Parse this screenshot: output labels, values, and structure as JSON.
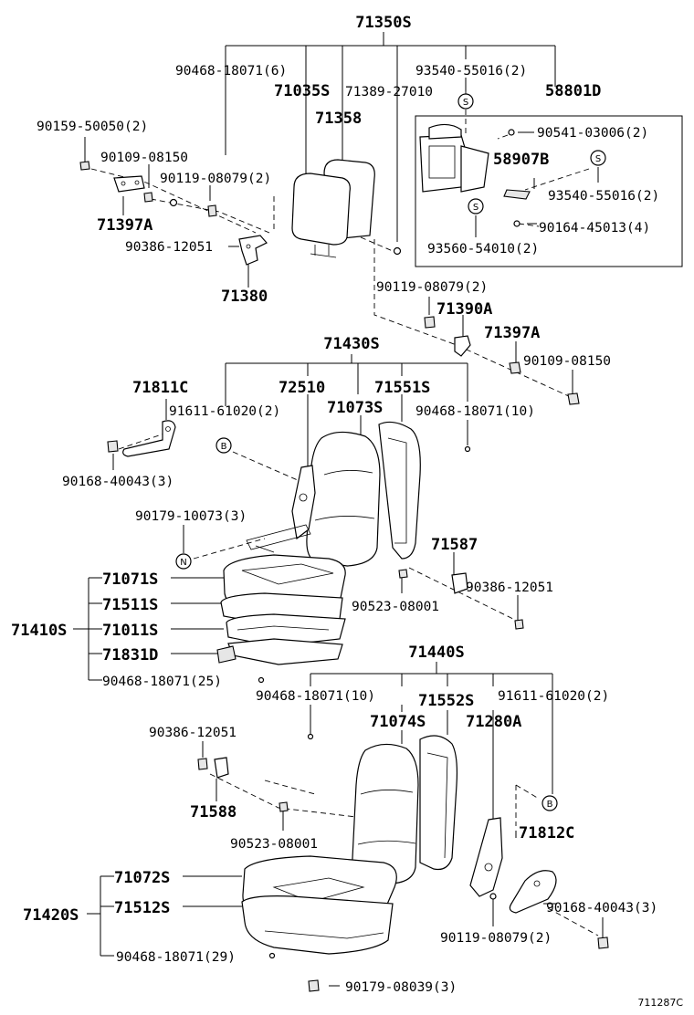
{
  "diagram": {
    "groups": [
      {
        "id": "g_head",
        "number": "71350S",
        "parts": [
          "90468-18071(6)",
          "71035S",
          "71389-27010",
          "93540-55016(2)",
          "58801D"
        ]
      },
      {
        "id": "g_back",
        "number": "71430S",
        "parts": [
          "72510",
          "71073S",
          "71551S",
          "90468-18071(10)"
        ]
      },
      {
        "id": "g_cushion",
        "number": "71410S",
        "parts": [
          "71071S",
          "71511S",
          "71011S",
          "71831D",
          "90468-18071(25)"
        ]
      },
      {
        "id": "g_rear",
        "number": "71440S",
        "parts": [
          "90468-18071(10)",
          "71074S",
          "71552S",
          "71280A",
          "91611-61020(2)"
        ]
      },
      {
        "id": "g_rearcush",
        "number": "71420S",
        "parts": [
          "71072S",
          "71512S",
          "90468-18071(29)"
        ]
      }
    ],
    "labels": [
      "71350S",
      "90468-18071(6)",
      "93540-55016(2)",
      "71035S",
      "71389-27010",
      "58801D",
      "90159-50050(2)",
      "71358",
      "90541-03006(2)",
      "90109-08150",
      "90119-08079(2)",
      "58907B",
      "93540-55016(2)",
      "71397A",
      "90386-12051",
      "90164-45013(4)",
      "93560-54010(2)",
      "71380",
      "90119-08079(2)",
      "71390A",
      "71397A",
      "71430S",
      "90109-08150",
      "71811C",
      "72510",
      "71551S",
      "91611-61020(2)",
      "71073S",
      "90468-18071(10)",
      "90168-40043(3)",
      "90179-10073(3)",
      "71587",
      "71071S",
      "90386-12051",
      "71511S",
      "90523-08001",
      "71410S",
      "71011S",
      "71831D",
      "90468-18071(25)",
      "71440S",
      "90468-18071(10)",
      "71552S",
      "91611-61020(2)",
      "71074S",
      "71280A",
      "90386-12051",
      "71588",
      "71812C",
      "90523-08001",
      "71072S",
      "71420S",
      "71512S",
      "90168-40043(3)",
      "90119-08079(2)",
      "90468-18071(29)",
      "90179-08039(3)"
    ],
    "ref_markers": [
      "S",
      "S",
      "S",
      "B",
      "N",
      "B"
    ],
    "figure_code": "711287C"
  }
}
